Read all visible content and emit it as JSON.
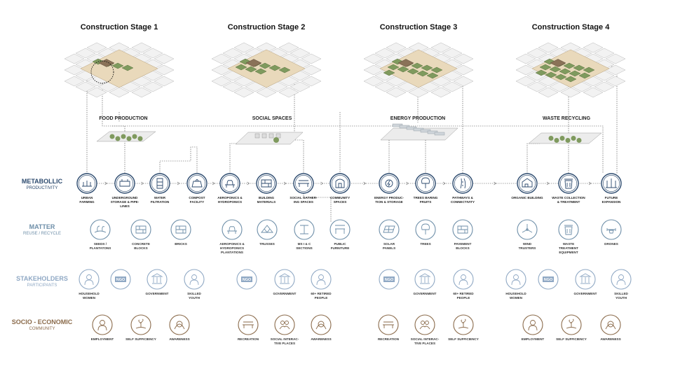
{
  "colors": {
    "metabolic": "#2c4a6e",
    "matter": "#6d8ea8",
    "stakeholders": "#8fa8c4",
    "socio": "#8a6a4a",
    "ground": "#e9d9bb",
    "green": "#7f9a5e",
    "building": "#d9d9d9"
  },
  "stages": [
    {
      "title": "Construction Stage 1",
      "section": "FOOD PRODUCTION"
    },
    {
      "title": "Construction Stage 2",
      "section": "SOCIAL SPACES"
    },
    {
      "title": "Construction Stage 3",
      "section": "ENERGY PRODUCTION"
    },
    {
      "title": "Construction Stage 4",
      "section": "WASTE RECYCLING"
    }
  ],
  "row_labels": [
    {
      "main": "METABOLLIC",
      "sub": "PRODUCTIVITY"
    },
    {
      "main": "MATTER",
      "sub": "REUSE / RECYCLE"
    },
    {
      "main": "STAKEHOLDERS",
      "sub": "PARTICIPANTS"
    },
    {
      "main": "SOCIO - ECONOMIC",
      "sub": "COMMUNITY"
    }
  ],
  "metabolic": [
    {
      "label": [
        "URBAN",
        "FARMING"
      ],
      "icon": "farm-icon"
    },
    {
      "label": [
        "UNDERGROUND",
        "STORAGE & PIPE-",
        "LINES"
      ],
      "icon": "storage-icon"
    },
    {
      "label": [
        "WATER",
        "FILTRATION"
      ],
      "icon": "water-filter-icon"
    },
    {
      "label": [
        "COMPOST",
        "FACILITY"
      ],
      "icon": "compost-icon"
    },
    {
      "label": [
        "AEROPONICS &",
        "HYDROPONICS"
      ],
      "icon": "aeroponics-icon"
    },
    {
      "label": [
        "BUILDING",
        "MATERIALS"
      ],
      "icon": "building-materials-icon"
    },
    {
      "label": [
        "SOCIAL GATHER-",
        "ING SPACES"
      ],
      "icon": "gathering-icon"
    },
    {
      "label": [
        "COMMUNITY",
        "SPACES"
      ],
      "icon": "community-icon"
    },
    {
      "label": [
        "ENERGY PRODUC-",
        "TION & STORAGE"
      ],
      "icon": "energy-icon"
    },
    {
      "label": [
        "TREES BARING",
        "FRUITS"
      ],
      "icon": "fruit-tree-icon"
    },
    {
      "label": [
        "PATHWAYS &",
        "CONNECTIVITY"
      ],
      "icon": "pathway-icon"
    },
    {
      "label": [
        "ORGANIC BUILDING"
      ],
      "icon": "organic-building-icon"
    },
    {
      "label": [
        "WASTE COLLECTION",
        "& TREATMENT"
      ],
      "icon": "waste-icon"
    },
    {
      "label": [
        "FUTURE",
        "EXPANSION"
      ],
      "icon": "expansion-icon"
    }
  ],
  "matter": [
    {
      "label": [
        "SEEDS /",
        "PLANTATONS"
      ],
      "icon": "seeds-icon"
    },
    {
      "label": [
        "CONCRETE",
        "BLOCKS"
      ],
      "icon": "concrete-icon"
    },
    {
      "label": [
        "BRICKS"
      ],
      "icon": "bricks-icon"
    },
    {
      "label": [
        "AEROPONICS &",
        "HYDROPONICS",
        "PLANTATIONS"
      ],
      "icon": "aeroponics-icon"
    },
    {
      "label": [
        "TRUSSES"
      ],
      "icon": "truss-icon"
    },
    {
      "label": [
        "MS I & C",
        "SECTIONS"
      ],
      "icon": "steel-section-icon"
    },
    {
      "label": [
        "PUBLIC",
        "FURNITURE"
      ],
      "icon": "furniture-icon"
    },
    {
      "label": [
        "SOLAR",
        "PANELS"
      ],
      "icon": "solar-icon"
    },
    {
      "label": [
        "TREES"
      ],
      "icon": "tree-icon"
    },
    {
      "label": [
        "PAVEMENT",
        "BLOCKS"
      ],
      "icon": "pavement-icon"
    },
    {
      "label": [
        "WIND",
        "TRUSTERS"
      ],
      "icon": "wind-icon"
    },
    {
      "label": [
        "WASTE",
        "TREATMENT",
        "EQUIPMENT"
      ],
      "icon": "bin-icon"
    },
    {
      "label": [
        "DRONES"
      ],
      "icon": "drone-icon"
    }
  ],
  "stakeholders": [
    {
      "label": [
        "HOUSEHOLD",
        "WOMEN"
      ],
      "icon": "woman-icon"
    },
    {
      "label": [
        "NGO"
      ],
      "icon": "ngo-icon"
    },
    {
      "label": [
        "GOVERNMENT"
      ],
      "icon": "government-icon"
    },
    {
      "label": [
        "SKILLED",
        "YOUTH"
      ],
      "icon": "youth-icon"
    },
    {
      "label": [
        "NGO"
      ],
      "icon": "ngo-icon"
    },
    {
      "label": [
        "GOVERNMENT"
      ],
      "icon": "government-icon"
    },
    {
      "label": [
        "60+ RETIRED",
        "PEOPLE"
      ],
      "icon": "elder-icon"
    },
    {
      "label": [
        "NGO"
      ],
      "icon": "ngo-icon"
    },
    {
      "label": [
        "GOVERNMENT"
      ],
      "icon": "government-icon"
    },
    {
      "label": [
        "60+ RETIRED",
        "PEOPLE"
      ],
      "icon": "elder-icon"
    },
    {
      "label": [
        "HOUSEHOLD",
        "WOMEN"
      ],
      "icon": "woman-icon"
    },
    {
      "label": [
        "NGO"
      ],
      "icon": "ngo-icon"
    },
    {
      "label": [
        "GOVERNMENT"
      ],
      "icon": "government-icon"
    },
    {
      "label": [
        "SKILLED",
        "YOUTH"
      ],
      "icon": "youth-icon"
    }
  ],
  "socio": [
    {
      "label": [
        "EMPLOYMENT"
      ],
      "icon": "worker-icon"
    },
    {
      "label": [
        "SELF SUFFICIENCY"
      ],
      "icon": "hand-plant-icon"
    },
    {
      "label": [
        "AWARENESS"
      ],
      "icon": "awareness-icon"
    },
    {
      "label": [
        "RECREATION"
      ],
      "icon": "bench-icon"
    },
    {
      "label": [
        "SOCIAL INTERAC-",
        "TIVE PLACES"
      ],
      "icon": "social-icon"
    },
    {
      "label": [
        "AWARENESS"
      ],
      "icon": "awareness-icon"
    },
    {
      "label": [
        "RECREATION"
      ],
      "icon": "bench-icon"
    },
    {
      "label": [
        "SOCIAL INTERAC-",
        "TIVE PLACES"
      ],
      "icon": "social-icon"
    },
    {
      "label": [
        "SELF SUFFICIENCY"
      ],
      "icon": "hand-plant-icon"
    },
    {
      "label": [
        "EMPLOYMENT"
      ],
      "icon": "worker-icon"
    },
    {
      "label": [
        "SELF SUFFICIENCY"
      ],
      "icon": "hand-plant-icon"
    },
    {
      "label": [
        "AWARENESS"
      ],
      "icon": "awareness-icon"
    }
  ]
}
